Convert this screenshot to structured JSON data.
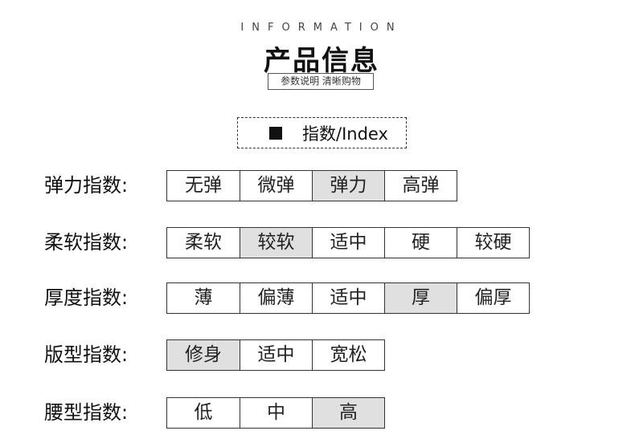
{
  "header": {
    "eyebrow": "INFORMATION",
    "title": "产品信息",
    "subtitle": "参数说明 清晰购物"
  },
  "index": {
    "label": "指数/Index"
  },
  "rows": [
    {
      "label": "弹力指数:",
      "options": [
        {
          "text": "无弹",
          "selected": false
        },
        {
          "text": "微弹",
          "selected": false
        },
        {
          "text": "弹力",
          "selected": true
        },
        {
          "text": "高弹",
          "selected": false
        }
      ]
    },
    {
      "label": "柔软指数:",
      "options": [
        {
          "text": "柔软",
          "selected": false
        },
        {
          "text": "较软",
          "selected": true
        },
        {
          "text": "适中",
          "selected": false
        },
        {
          "text": "硬",
          "selected": false
        },
        {
          "text": "较硬",
          "selected": false
        }
      ]
    },
    {
      "label": "厚度指数:",
      "options": [
        {
          "text": "薄",
          "selected": false
        },
        {
          "text": "偏薄",
          "selected": false
        },
        {
          "text": "适中",
          "selected": false
        },
        {
          "text": "厚",
          "selected": true
        },
        {
          "text": "偏厚",
          "selected": false
        }
      ]
    },
    {
      "label": "版型指数:",
      "options": [
        {
          "text": "修身",
          "selected": true
        },
        {
          "text": "适中",
          "selected": false
        },
        {
          "text": "宽松",
          "selected": false
        }
      ]
    },
    {
      "label": "腰型指数:",
      "options": [
        {
          "text": "低",
          "selected": false
        },
        {
          "text": "中",
          "selected": false
        },
        {
          "text": "高",
          "selected": true
        }
      ]
    }
  ]
}
